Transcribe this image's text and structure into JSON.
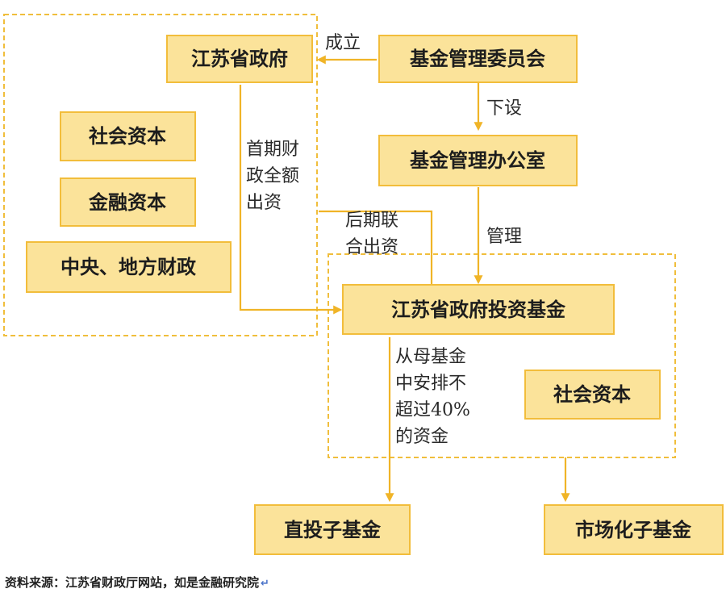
{
  "nodes": {
    "jiangsu_gov": "江苏省政府",
    "fund_committee": "基金管理委员会",
    "fund_office": "基金管理办公室",
    "social_capital_left": "社会资本",
    "financial_capital": "金融资本",
    "central_local_finance": "中央、地方财政",
    "gov_investment_fund": "江苏省政府投资基金",
    "social_capital_right": "社会资本",
    "direct_sub_fund": "直投子基金",
    "market_sub_fund": "市场化子基金"
  },
  "edges": {
    "establish": "成立",
    "set_under": "下设",
    "initial_finance": [
      "首期财",
      "政全额",
      "出资"
    ],
    "later_joint": [
      "后期联",
      "合出资"
    ],
    "manage": "管理",
    "arrange": [
      "从母基金",
      "中安排不",
      "超过40%",
      "的资金"
    ]
  },
  "source": "资料来源：江苏省财政厅网站，如是金融研究院",
  "return_mark": "↵",
  "colors": {
    "box_fill": "#fbe39a",
    "box_border": "#f2bd3b",
    "line": "#f0b427",
    "dashed_border": "#f0be3c"
  }
}
